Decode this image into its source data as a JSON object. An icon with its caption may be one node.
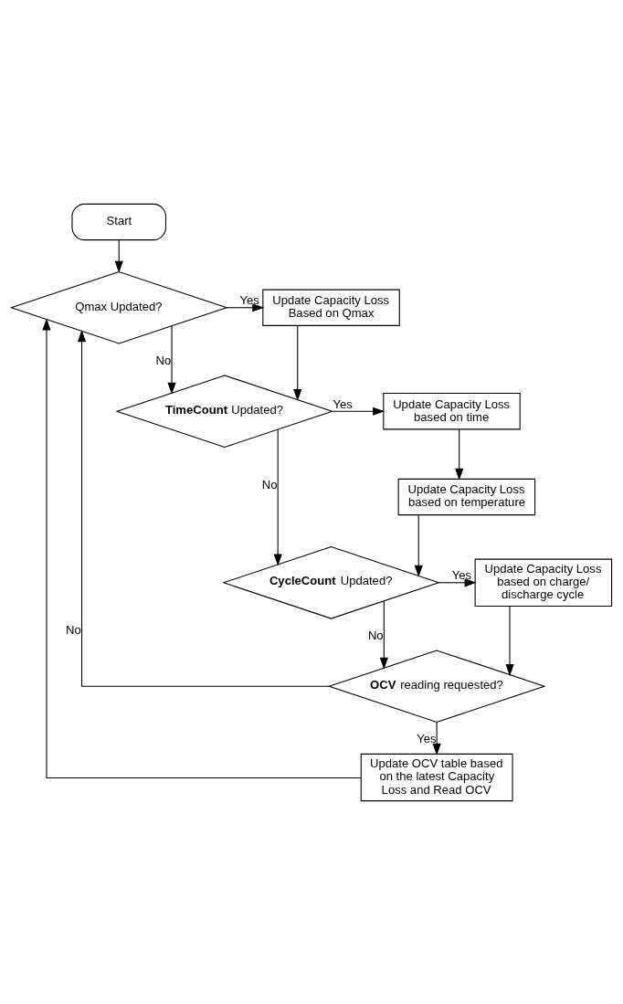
{
  "diagram": {
    "nodes": [
      {
        "text": [
          "Start"
        ]
      },
      {
        "text": [
          "Qmax Updated?"
        ]
      },
      {
        "text": [
          "Update Capacity Loss Based on Qmax"
        ]
      },
      {
        "text": [
          "**TimeCount** Updated?"
        ]
      },
      {
        "text": [
          "Update Capacity Loss based on time"
        ]
      },
      {
        "text": [
          "Update Capacity Loss based on temperature"
        ]
      },
      {
        "text": [
          "**CycleCount** Updated?"
        ]
      },
      {
        "text": [
          "Update Capacity Loss based on charge/ discharge cycle"
        ]
      },
      {
        "text": [
          "**OCV** reading requested?"
        ]
      },
      {
        "text": [
          "Update OCV table based on the latest Capacity Loss and Read OCV"
        ]
      }
    ],
    "edges": [
      {
        "from": 0,
        "to": 1,
        "arrow": "to"
      },
      {
        "from": 1,
        "to": 2,
        "arrow": "to",
        "label": "Yes"
      },
      {
        "from": 1,
        "to": 3,
        "arrow": "to",
        "label": "No"
      },
      {
        "from": 2,
        "to": 3,
        "arrow": "to"
      },
      {
        "from": 3,
        "to": 4,
        "arrow": "to",
        "label": "Yes"
      },
      {
        "from": 3,
        "to": 6,
        "arrow": "to",
        "label": "No"
      },
      {
        "from": 4,
        "to": 5,
        "arrow": "to"
      },
      {
        "from": 5,
        "to": 6,
        "arrow": "to"
      },
      {
        "from": 6,
        "to": 7,
        "arrow": "to",
        "label": "Yes"
      },
      {
        "from": 6,
        "to": 8,
        "arrow": "to",
        "label": "No"
      },
      {
        "from": 7,
        "to": 8,
        "arrow": "to"
      },
      {
        "from": 8,
        "to": 1,
        "arrow": "to",
        "label": "No"
      },
      {
        "from": 8,
        "to": 9,
        "arrow": "to",
        "label": "Yes"
      },
      {
        "from": 9,
        "to": 1,
        "arrow": "to"
      }
    ]
  }
}
